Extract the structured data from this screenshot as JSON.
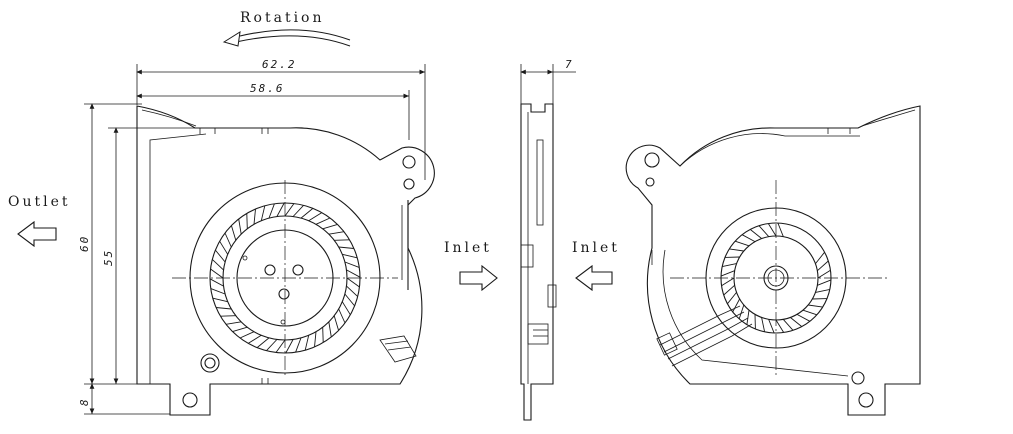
{
  "labels": {
    "rotation": "Rotation",
    "outlet": "Outlet",
    "inlet_center": "Inlet",
    "inlet_right": "Inlet"
  },
  "dimensions": {
    "width_overall": "62.2",
    "width_body": "58.6",
    "thickness": "7",
    "height_overall": "60",
    "height_body": "55",
    "bracket": "8"
  },
  "views": [
    "front-view",
    "side-view",
    "back-view"
  ],
  "colors": {
    "line": "#1a1a1a",
    "background": "#ffffff"
  }
}
